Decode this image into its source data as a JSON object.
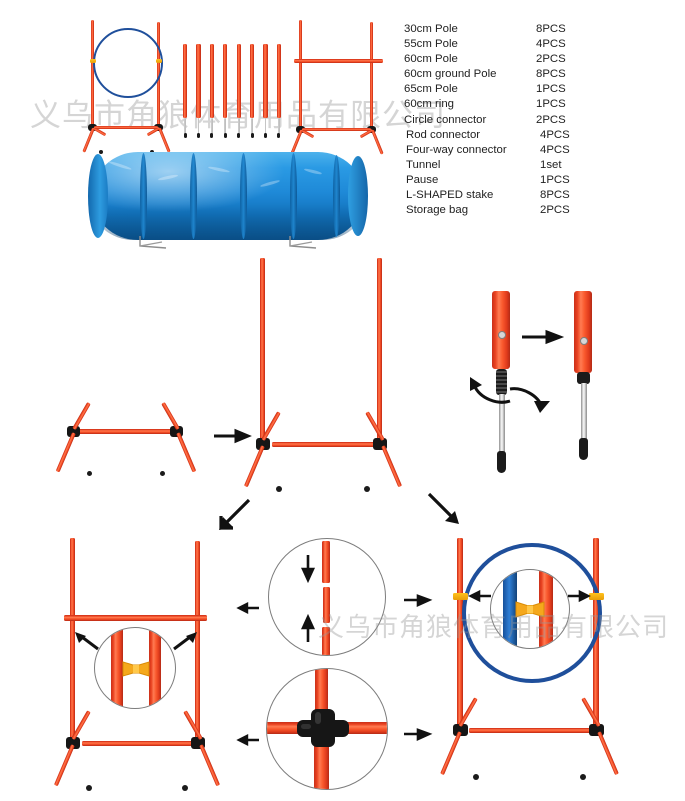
{
  "meta": {
    "title": "Dog Agility Training Set — Parts List and Assembly Instructions",
    "background": "#ffffff",
    "colors": {
      "pole_red": "#e8411f",
      "pole_dark": "#b32a16",
      "pole_highlight": "#ff7b52",
      "connector_black": "#161616",
      "ring_blue": "#1f4f9b",
      "tunnel_blue": "#2a9ae4",
      "tunnel_rib": "#0d5f9f",
      "clip_yellow": "#ffc21c",
      "chrome": "#d8d8d8",
      "text": "#222222",
      "watermark": "rgba(150,150,150,0.40)"
    }
  },
  "watermarks": [
    {
      "text": "义乌市角狼体育用品有限公司",
      "size": "31px"
    },
    {
      "text": "义乌市角狼体育用品有限公司",
      "size": "26px"
    }
  ],
  "parts_list": {
    "qty_column_label": "PCS",
    "rows": [
      {
        "name": "30cm Pole",
        "qty": "8PCS",
        "indent": false
      },
      {
        "name": "55cm Pole",
        "qty": "4PCS",
        "indent": false
      },
      {
        "name": "60cm Pole",
        "qty": "2PCS",
        "indent": false
      },
      {
        "name": "60cm ground Pole",
        "qty": "8PCS",
        "indent": false
      },
      {
        "name": "65cm Pole",
        "qty": "1PCS",
        "indent": false
      },
      {
        "name": "60cm ring",
        "qty": "1PCS",
        "indent": false
      },
      {
        "name": "Circle connector",
        "qty": "2PCS",
        "indent": false
      },
      {
        "name": "Rod connector",
        "qty": "4PCS",
        "indent": true
      },
      {
        "name": "Four-way connector",
        "qty": "4PCS",
        "indent": true
      },
      {
        "name": "Tunnel",
        "qty": "1set",
        "indent": true
      },
      {
        "name": "Pause",
        "qty": "1PCS",
        "indent": true
      },
      {
        "name": "L-SHAPED stake",
        "qty": "8PCS",
        "indent": true
      },
      {
        "name": "Storage bag",
        "qty": "2PCS",
        "indent": true
      }
    ]
  },
  "product_photos": {
    "ring_jump": {
      "label": "Ring jump with blue hoop",
      "hoop_color": "#1f4f9b",
      "clips": 2
    },
    "weave_poles": {
      "label": "Weave poles",
      "count": 8
    },
    "hurdle": {
      "label": "Adjustable hurdle frame",
      "crossbars": 1
    },
    "tunnel": {
      "label": "Blue play tunnel",
      "ribs": 5,
      "stakes": 2
    }
  },
  "assembly_steps": [
    {
      "id": "step-1",
      "label": "Ground base frame with four-way connectors"
    },
    {
      "id": "step-2",
      "label": "Insert vertical poles into connectors"
    },
    {
      "id": "step-3",
      "label": "Attach crossbar with clips to uprights"
    },
    {
      "id": "step-4",
      "label": "Mount the ring onto the uprights"
    }
  ],
  "detail_callouts": [
    {
      "id": "pole-join-detail",
      "label": "Push pole sections together",
      "direction": "up-down"
    },
    {
      "id": "cross-connector-detail",
      "label": "Four-way cross connector joint",
      "direction": "none"
    },
    {
      "id": "crossbar-clip-detail",
      "label": "Yellow bow-tie clip holds crossbar",
      "clip_color": "#ffc21c"
    },
    {
      "id": "ring-clip-detail",
      "label": "Yellow bow-tie clip holds ring to pole",
      "clip_color": "#ffc21c"
    },
    {
      "id": "stake-twist-detail",
      "label": "Twist stake into pole base",
      "direction": "rotate"
    }
  ]
}
